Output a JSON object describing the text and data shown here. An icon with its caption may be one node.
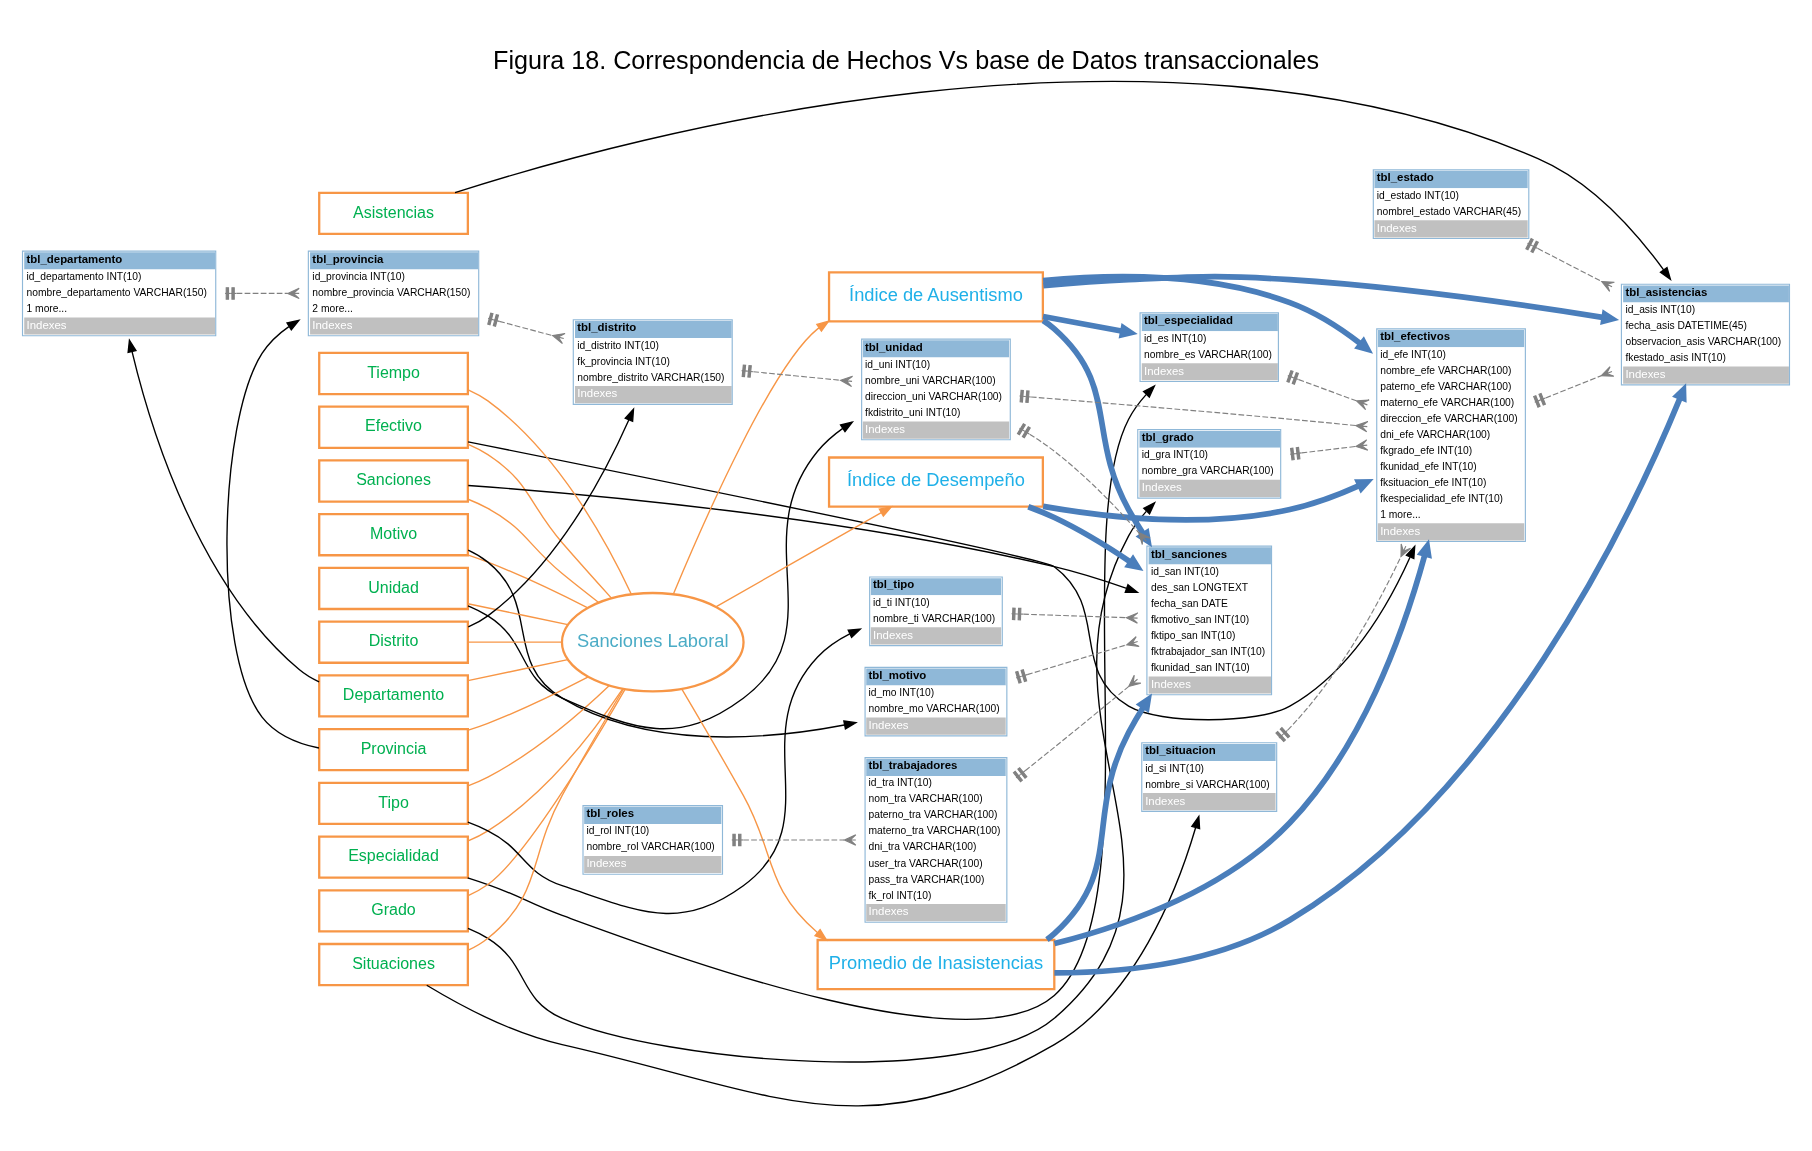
{
  "diagram": {
    "title": "Figura 18. Correspondencia de Hechos Vs base de Datos transaccionales",
    "nodes": [
      {
        "text": [
          "Asistencias"
        ]
      },
      {
        "text": [
          "Efectivo"
        ]
      },
      {
        "text": [
          "Especialidad"
        ]
      },
      {
        "text": [
          "Grado"
        ]
      },
      {
        "text": [
          "Motivo"
        ]
      },
      {
        "text": [
          "Tipo"
        ]
      },
      {
        "text": [
          "Sanciones"
        ]
      },
      {
        "text": [
          "Situaciones"
        ]
      },
      {
        "text": [
          "Unidad"
        ]
      },
      {
        "text": [
          "Departamento"
        ]
      },
      {
        "text": [
          "Provincia"
        ]
      },
      {
        "text": [
          "Distrito"
        ]
      },
      {
        "text": [
          "Tiempo"
        ]
      },
      {
        "text": [
          "Sanciones Laboral"
        ]
      },
      {
        "text": [
          "Índice de Ausentismo"
        ]
      },
      {
        "text": [
          "Índice de Desempeño"
        ]
      },
      {
        "text": [
          "Promedio de Inasistencias"
        ]
      },
      {
        "text": [
          "tbl_roles",
          "id_rol INT(10)",
          "nombre_rol VARCHAR(100)",
          "Indexes"
        ]
      },
      {
        "text": [
          "tbl_trabajadores",
          "id_tra INT(10)",
          "nom_tra VARCHAR(100)",
          "paterno_tra VARCHAR(100)",
          "materno_tra VARCHAR(100)",
          "dni_tra VARCHAR(100)",
          "user_tra VARCHAR(100)",
          "pass_tra VARCHAR(100)",
          "fk_rol INT(10)",
          "Indexes"
        ]
      },
      {
        "text": [
          "tbl_motivo",
          "id_mo INT(10)",
          "nombre_mo VARCHAR(100)",
          "Indexes"
        ]
      },
      {
        "text": [
          "tbl_especialidad",
          "id_es INT(10)",
          "nombre_es VARCHAR(100)",
          "Indexes"
        ]
      },
      {
        "text": [
          "tbl_grado",
          "id_gra INT(10)",
          "nombre_gra VARCHAR(100)",
          "Indexes"
        ]
      },
      {
        "text": [
          "tbl_efectivos",
          "id_efe INT(10)",
          "nombre_efe VARCHAR(100)",
          "paterno_efe VARCHAR(100)",
          "materno_efe VARCHAR(100)",
          "direccion_efe VARCHAR(100)",
          "dni_efe VARCHAR(100)",
          "fkgrado_efe INT(10)",
          "fkunidad_efe INT(10)",
          "fksituacion_efe INT(10)",
          "fkespecialidad_efe INT(10)",
          "1 more...",
          "Indexes"
        ]
      },
      {
        "text": [
          "tbl_sanciones",
          "id_san INT(10)",
          "des_san LONGTEXT",
          "fecha_san DATE",
          "fkmotivo_san INT(10)",
          "fktipo_san INT(10)",
          "fktrabajador_san INT(10)",
          "fkunidad_san INT(10)",
          "Indexes"
        ]
      },
      {
        "text": [
          "tbl_unidad",
          "id_uni INT(10)",
          "nombre_uni VARCHAR(100)",
          "direccion_uni VARCHAR(100)",
          "fkdistrito_uni INT(10)",
          "Indexes"
        ]
      },
      {
        "text": [
          "tbl_tipo",
          "id_ti INT(10)",
          "nombre_ti VARCHAR(100)",
          "Indexes"
        ]
      },
      {
        "text": [
          "tbl_asistencias",
          "id_asis INT(10)",
          "fecha_asis DATETIME(45)",
          "observacion_asis VARCHAR(100)",
          "fkestado_asis INT(10)",
          "Indexes"
        ]
      },
      {
        "text": [
          "tbl_situacion",
          "id_si INT(10)",
          "nombre_si VARCHAR(100)",
          "Indexes"
        ]
      },
      {
        "text": [
          "tbl_distrito",
          "id_distrito INT(10)",
          "fk_provincia INT(10)",
          "nombre_distrito VARCHAR(150)",
          "Indexes"
        ]
      },
      {
        "text": [
          "tbl_departamento",
          "id_departamento INT(10)",
          "nombre_departamento VARCHAR(150)",
          "1 more...",
          "Indexes"
        ]
      },
      {
        "text": [
          "tbl_provincia",
          "id_provincia INT(10)",
          "nombre_provincia VARCHAR(150)",
          "2 more...",
          "Indexes"
        ]
      },
      {
        "text": [
          "tbl_estado",
          "id_estado INT(10)",
          "nombrel_estado VARCHAR(45)",
          "Indexes"
        ]
      }
    ],
    "edges": [
      {
        "from": 0,
        "to": 26,
        "arrow": "to",
        "color": "#000000"
      },
      {
        "from": 1,
        "to": 22,
        "arrow": "to",
        "color": "#000000"
      },
      {
        "from": 2,
        "to": 20,
        "arrow": "to",
        "color": "#000000"
      },
      {
        "from": 3,
        "to": 21,
        "arrow": "to",
        "color": "#000000"
      },
      {
        "from": 4,
        "to": 19,
        "arrow": "to",
        "color": "#000000"
      },
      {
        "from": 5,
        "to": 25,
        "arrow": "to",
        "color": "#000000"
      },
      {
        "from": 6,
        "to": 23,
        "arrow": "to",
        "color": "#000000"
      },
      {
        "from": 7,
        "to": 27,
        "arrow": "to",
        "color": "#000000"
      },
      {
        "from": 8,
        "to": 24,
        "arrow": "to",
        "color": "#000000"
      },
      {
        "from": 9,
        "to": 29,
        "arrow": "to",
        "color": "#000000"
      },
      {
        "from": 10,
        "to": 30,
        "arrow": "to",
        "color": "#000000"
      },
      {
        "from": 11,
        "to": 28,
        "arrow": "to",
        "color": "#000000"
      },
      {
        "from": 1,
        "to": 13,
        "arrow": "none",
        "color": "#f79646"
      },
      {
        "from": 2,
        "to": 13,
        "arrow": "none",
        "color": "#f79646"
      },
      {
        "from": 3,
        "to": 13,
        "arrow": "none",
        "color": "#f79646"
      },
      {
        "from": 4,
        "to": 13,
        "arrow": "none",
        "color": "#f79646"
      },
      {
        "from": 5,
        "to": 13,
        "arrow": "none",
        "color": "#f79646"
      },
      {
        "from": 6,
        "to": 13,
        "arrow": "none",
        "color": "#f79646"
      },
      {
        "from": 7,
        "to": 13,
        "arrow": "none",
        "color": "#f79646"
      },
      {
        "from": 8,
        "to": 13,
        "arrow": "none",
        "color": "#f79646"
      },
      {
        "from": 9,
        "to": 13,
        "arrow": "none",
        "color": "#f79646"
      },
      {
        "from": 10,
        "to": 13,
        "arrow": "none",
        "color": "#f79646"
      },
      {
        "from": 11,
        "to": 13,
        "arrow": "none",
        "color": "#f79646"
      },
      {
        "from": 12,
        "to": 13,
        "arrow": "none",
        "color": "#f79646"
      },
      {
        "from": 13,
        "to": 14,
        "arrow": "to",
        "color": "#f79646"
      },
      {
        "from": 13,
        "to": 15,
        "arrow": "to",
        "color": "#f79646"
      },
      {
        "from": 13,
        "to": 16,
        "arrow": "to",
        "color": "#f79646"
      },
      {
        "from": 14,
        "to": 20,
        "arrow": "to",
        "color": "#4a7ebb",
        "style": "thick"
      },
      {
        "from": 14,
        "to": 22,
        "arrow": "to",
        "color": "#4a7ebb",
        "style": "thick"
      },
      {
        "from": 14,
        "to": 23,
        "arrow": "to",
        "color": "#4a7ebb",
        "style": "thick"
      },
      {
        "from": 14,
        "to": 26,
        "arrow": "to",
        "color": "#4a7ebb",
        "style": "thick"
      },
      {
        "from": 15,
        "to": 22,
        "arrow": "to",
        "color": "#4a7ebb",
        "style": "thick"
      },
      {
        "from": 15,
        "to": 23,
        "arrow": "to",
        "color": "#4a7ebb",
        "style": "thick"
      },
      {
        "from": 16,
        "to": 22,
        "arrow": "to",
        "color": "#4a7ebb",
        "style": "thick"
      },
      {
        "from": 16,
        "to": 23,
        "arrow": "to",
        "color": "#4a7ebb",
        "style": "thick"
      },
      {
        "from": 16,
        "to": 26,
        "arrow": "to",
        "color": "#4a7ebb",
        "style": "thick"
      },
      {
        "from": 17,
        "to": 18,
        "arrow": "other",
        "style": "dashed",
        "color": "#808080"
      },
      {
        "from": 18,
        "to": 23,
        "arrow": "other",
        "style": "dashed",
        "color": "#808080"
      },
      {
        "from": 19,
        "to": 23,
        "arrow": "other",
        "style": "dashed",
        "color": "#808080"
      },
      {
        "from": 20,
        "to": 22,
        "arrow": "other",
        "style": "dashed",
        "color": "#808080"
      },
      {
        "from": 21,
        "to": 22,
        "arrow": "other",
        "style": "dashed",
        "color": "#808080"
      },
      {
        "from": 24,
        "to": 22,
        "arrow": "other",
        "style": "dashed",
        "color": "#808080"
      },
      {
        "from": 24,
        "to": 23,
        "arrow": "other",
        "style": "dashed",
        "color": "#808080"
      },
      {
        "from": 25,
        "to": 23,
        "arrow": "other",
        "style": "dashed",
        "color": "#808080"
      },
      {
        "from": 27,
        "to": 22,
        "arrow": "other",
        "style": "dashed",
        "color": "#808080"
      },
      {
        "from": 28,
        "to": 24,
        "arrow": "other",
        "style": "dashed",
        "color": "#808080"
      },
      {
        "from": 22,
        "to": 26,
        "arrow": "other",
        "style": "dashed",
        "color": "#808080"
      },
      {
        "from": 31,
        "to": 26,
        "arrow": "other",
        "style": "dashed",
        "color": "#808080"
      },
      {
        "from": 30,
        "to": 28,
        "arrow": "other",
        "style": "dashed",
        "color": "#808080"
      },
      {
        "from": 29,
        "to": 30,
        "arrow": "other",
        "style": "dashed",
        "color": "#808080"
      }
    ]
  }
}
